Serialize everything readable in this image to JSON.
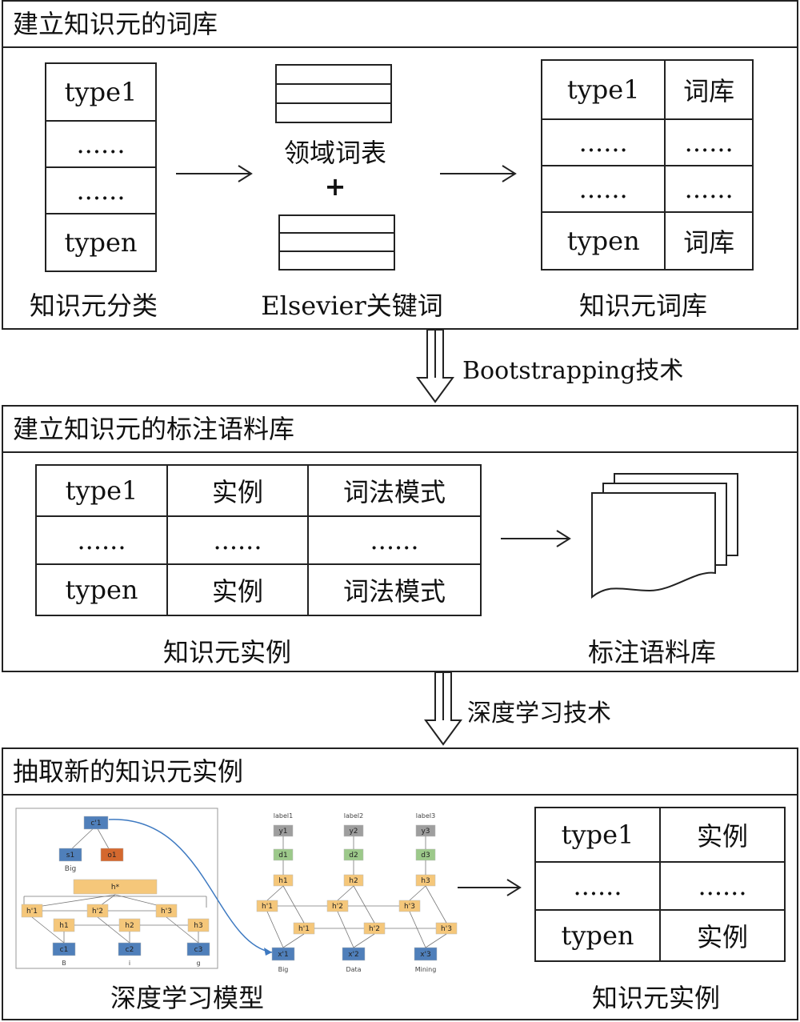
{
  "section1": {
    "title": "建立知识元的词库",
    "type_list": [
      "type1",
      "......",
      "......",
      "typen"
    ],
    "type_caption": "知识元分类",
    "domain_vocab": "领域词表",
    "plus": "+",
    "elsevier": "Elsevier关键词",
    "lexicon_rows": [
      [
        "type1",
        "词库"
      ],
      [
        "......",
        "......"
      ],
      [
        "......",
        "......"
      ],
      [
        "typen",
        "词库"
      ]
    ],
    "lexicon_caption": "知识元词库"
  },
  "arrow1_label": "Bootstrapping技术",
  "section2": {
    "title": "建立知识元的标注语料库",
    "instance_rows": [
      [
        "type1",
        "实例",
        "词法模式"
      ],
      [
        "......",
        "......",
        "......"
      ],
      [
        "typen",
        "实例",
        "词法模式"
      ]
    ],
    "instance_caption": "知识元实例",
    "corpus_caption": "标注语料库"
  },
  "arrow2_label": "深度学习技术",
  "section3": {
    "title": "抽取新的知识元实例",
    "model_caption": "深度学习模型",
    "result_rows": [
      [
        "type1",
        "实例"
      ],
      [
        "......",
        "......"
      ],
      [
        "typen",
        "实例"
      ]
    ],
    "result_caption": "知识元实例",
    "model_left": {
      "top_node": "c'1",
      "mid_nodes": [
        "s1",
        "o1"
      ],
      "mid_caption": "Big",
      "hstar": "h*",
      "hprime_nodes": [
        "h'1",
        "h'2",
        "h'3"
      ],
      "h_nodes": [
        "h1",
        "h2",
        "h3"
      ],
      "input_nodes": [
        "c1",
        "c2",
        "c3"
      ],
      "input_labels": [
        "B",
        "i",
        "g"
      ]
    },
    "model_right": {
      "labels": [
        "label1",
        "label2",
        "label3"
      ],
      "y_nodes": [
        "y1",
        "y2",
        "y3"
      ],
      "d_nodes": [
        "d1",
        "d2",
        "d3"
      ],
      "h_nodes": [
        "h1",
        "h2",
        "h3"
      ],
      "hb_nodes": [
        "h'1",
        "h'2",
        "h'3"
      ],
      "hf_nodes": [
        "h'1",
        "h'2",
        "h'3"
      ],
      "input_nodes": [
        "x'1",
        "x'2",
        "x'3"
      ],
      "input_labels": [
        "Big",
        "Data",
        "Mining"
      ]
    }
  },
  "colors": {
    "blue": "#4f7fba",
    "orange": "#d4682e",
    "yellow": "#f5c77a",
    "green": "#9cc98a",
    "gray": "#9e9e9e",
    "arrow_curve": "#3d79c1"
  }
}
